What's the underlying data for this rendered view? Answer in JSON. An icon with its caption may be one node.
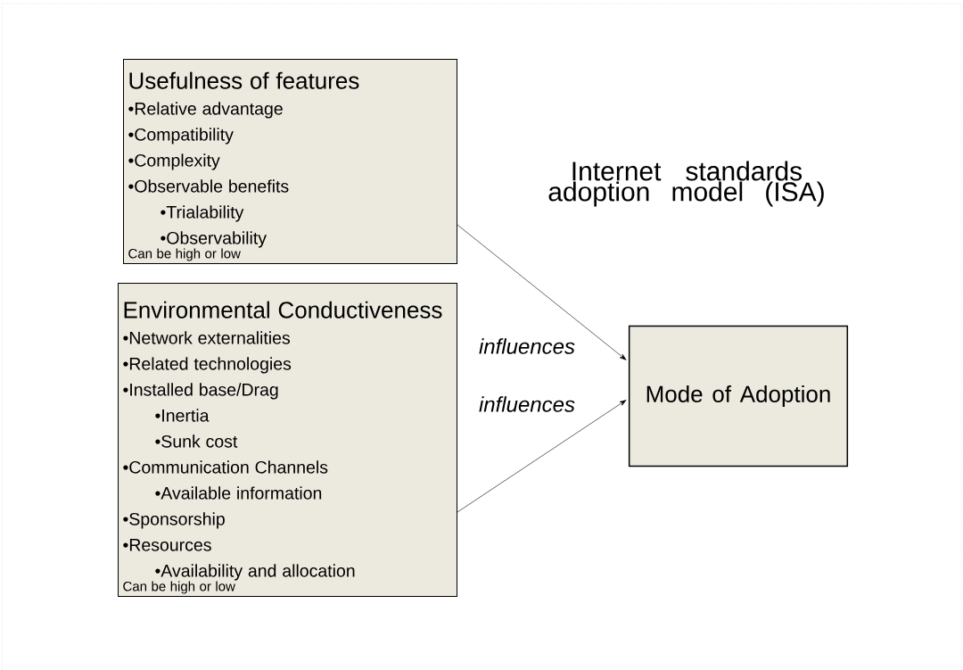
{
  "diagram": {
    "title": "Internet standards adoption model (ISA)",
    "nodes": [
      {
        "text": [
          "Usefulness of features",
          "•Relative advantage",
          "•Compatibility",
          "•Complexity",
          "•Observable benefits",
          "•Trialability",
          "•Observability",
          "Can be high or low"
        ]
      },
      {
        "text": [
          "Environmental Conductiveness",
          "•Network externalities",
          "•Related technologies",
          "•Installed base/Drag",
          "•Inertia",
          "•Sunk cost",
          "•Communication Channels",
          "•Available information",
          "•Sponsorship",
          "•Resources",
          "•Availability and allocation",
          "Can be high or low"
        ]
      },
      {
        "text": [
          "Mode of Adoption"
        ]
      }
    ],
    "edges": [
      {
        "from": 0,
        "to": 2,
        "arrow": "to",
        "label": "influences"
      },
      {
        "from": 1,
        "to": 2,
        "arrow": "to",
        "label": "influences"
      }
    ]
  }
}
